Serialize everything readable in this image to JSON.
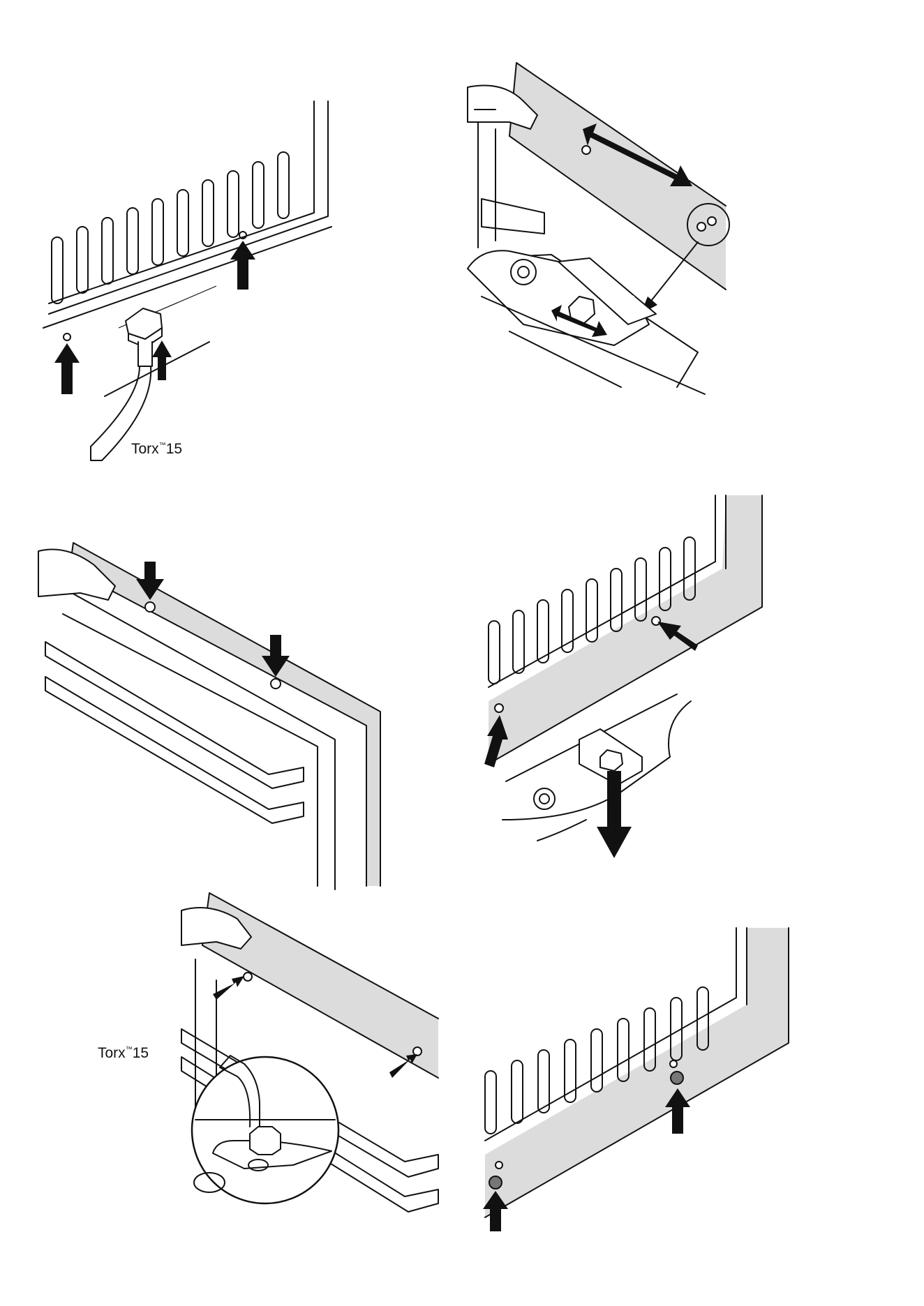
{
  "figure": {
    "labels": {
      "tool_tm": "™",
      "torx_1": "Torx",
      "torx_1_size": "15",
      "torx_2": "Torx",
      "torx_2_size": "15"
    },
    "colors": {
      "ink": "#111111",
      "panel_gray": "#dcdcdc",
      "background": "#ffffff"
    },
    "icons": [
      "arrow-up-icon",
      "arrow-down-icon",
      "double-arrow-icon",
      "detail-circle-icon",
      "torx-key-icon"
    ]
  }
}
